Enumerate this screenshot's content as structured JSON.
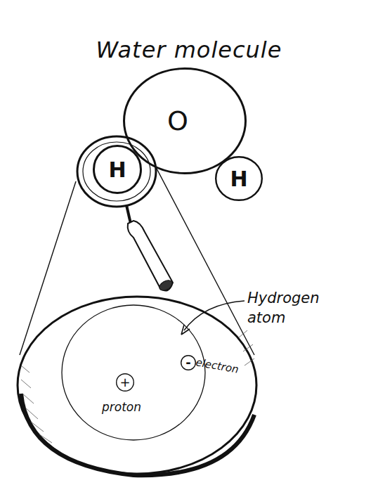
{
  "diagram": {
    "title": "Water molecule",
    "nodes": [
      {
        "text": [
          "O"
        ]
      },
      {
        "text": [
          "H"
        ]
      },
      {
        "text": [
          "H"
        ]
      },
      {
        "text": [
          "+",
          "proton"
        ]
      },
      {
        "text": [
          "-",
          "electron"
        ]
      }
    ],
    "labels": [
      "Hydrogen atom"
    ]
  }
}
